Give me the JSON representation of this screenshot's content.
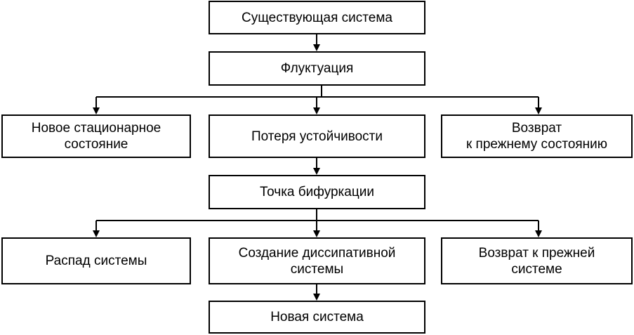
{
  "diagram": {
    "nodes": {
      "existing_system": "Существующая система",
      "fluctuation": "Флуктуация",
      "new_stationary_state": "Новое стационарное\nсостояние",
      "loss_of_stability": "Потеря устойчивости",
      "return_previous_state": "Возврат\nк прежнему состоянию",
      "bifurcation_point": "Точка бифуркации",
      "system_decay": "Распад системы",
      "dissipative_system": "Создание диссипативной\nсистемы",
      "return_previous_system": "Возврат к прежней\nсистеме",
      "new_system": "Новая система"
    },
    "edges": [
      {
        "from": "existing_system",
        "to": "fluctuation"
      },
      {
        "from": "fluctuation",
        "to": "new_stationary_state"
      },
      {
        "from": "fluctuation",
        "to": "loss_of_stability"
      },
      {
        "from": "fluctuation",
        "to": "return_previous_state"
      },
      {
        "from": "loss_of_stability",
        "to": "bifurcation_point"
      },
      {
        "from": "bifurcation_point",
        "to": "system_decay"
      },
      {
        "from": "bifurcation_point",
        "to": "dissipative_system"
      },
      {
        "from": "bifurcation_point",
        "to": "return_previous_system"
      },
      {
        "from": "dissipative_system",
        "to": "new_system"
      }
    ],
    "colors": {
      "line": "#000000",
      "box_fill": "#ffffff",
      "text": "#000000"
    }
  }
}
